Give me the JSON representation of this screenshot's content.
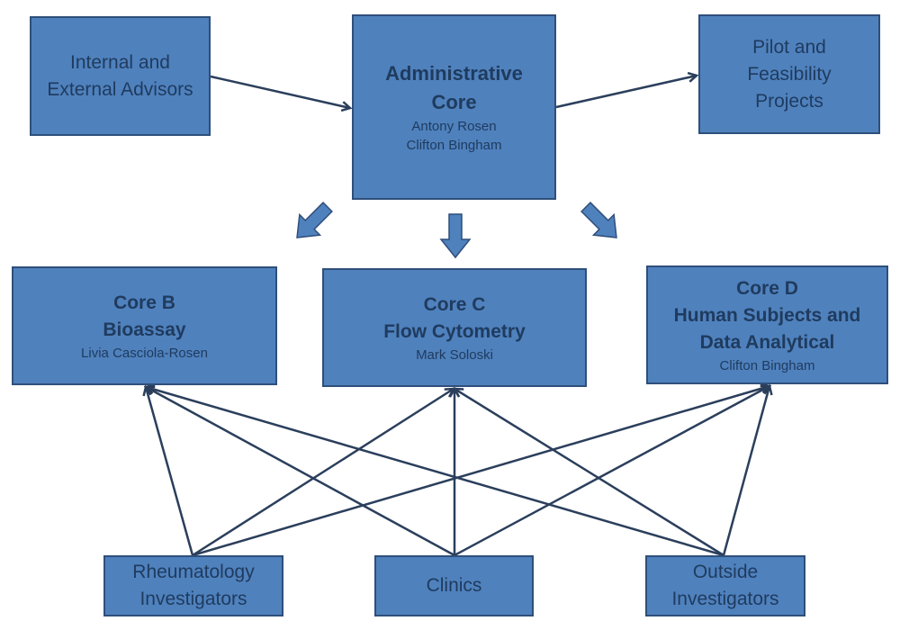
{
  "colors": {
    "box_fill": "#4f81bd",
    "box_border": "#2f4f7a",
    "text": "#1f3b5e",
    "edge": "#2b3f5c"
  },
  "nodes": {
    "advisors": {
      "lines": [
        "Internal and",
        "External Advisors"
      ]
    },
    "admin": {
      "title_lines": [
        "Administrative",
        "Core"
      ],
      "people": [
        "Antony Rosen",
        "Clifton Bingham"
      ]
    },
    "pilot": {
      "lines": [
        "Pilot and",
        "Feasibility",
        "Projects"
      ]
    },
    "core_b": {
      "title_lines": [
        "Core B",
        "Bioassay"
      ],
      "people": [
        "Livia Casciola-Rosen"
      ]
    },
    "core_c": {
      "title_lines": [
        "Core C",
        "Flow Cytometry"
      ],
      "people": [
        "Mark Soloski"
      ]
    },
    "core_d": {
      "title_lines": [
        "Core D",
        "Human Subjects and",
        "Data Analytical"
      ],
      "people": [
        "Clifton Bingham"
      ]
    },
    "rheum": {
      "lines": [
        "Rheumatology",
        "Investigators"
      ]
    },
    "clinics": {
      "lines": [
        "Clinics"
      ]
    },
    "outside": {
      "lines": [
        "Outside",
        "Investigators"
      ]
    }
  },
  "edges": [
    {
      "from": "advisors",
      "to": "admin",
      "style": "line-arrow"
    },
    {
      "from": "admin",
      "to": "pilot",
      "style": "line-arrow"
    },
    {
      "from": "admin",
      "to": "core_b",
      "style": "block-arrow"
    },
    {
      "from": "admin",
      "to": "core_c",
      "style": "block-arrow"
    },
    {
      "from": "admin",
      "to": "core_d",
      "style": "block-arrow"
    },
    {
      "from": "rheum",
      "to": "core_b",
      "style": "line-arrow"
    },
    {
      "from": "rheum",
      "to": "core_c",
      "style": "line-arrow"
    },
    {
      "from": "rheum",
      "to": "core_d",
      "style": "line-arrow"
    },
    {
      "from": "clinics",
      "to": "core_b",
      "style": "line-arrow"
    },
    {
      "from": "clinics",
      "to": "core_c",
      "style": "line-arrow"
    },
    {
      "from": "clinics",
      "to": "core_d",
      "style": "line-arrow"
    },
    {
      "from": "outside",
      "to": "core_b",
      "style": "line-arrow"
    },
    {
      "from": "outside",
      "to": "core_c",
      "style": "line-arrow"
    },
    {
      "from": "outside",
      "to": "core_d",
      "style": "line-arrow"
    }
  ]
}
